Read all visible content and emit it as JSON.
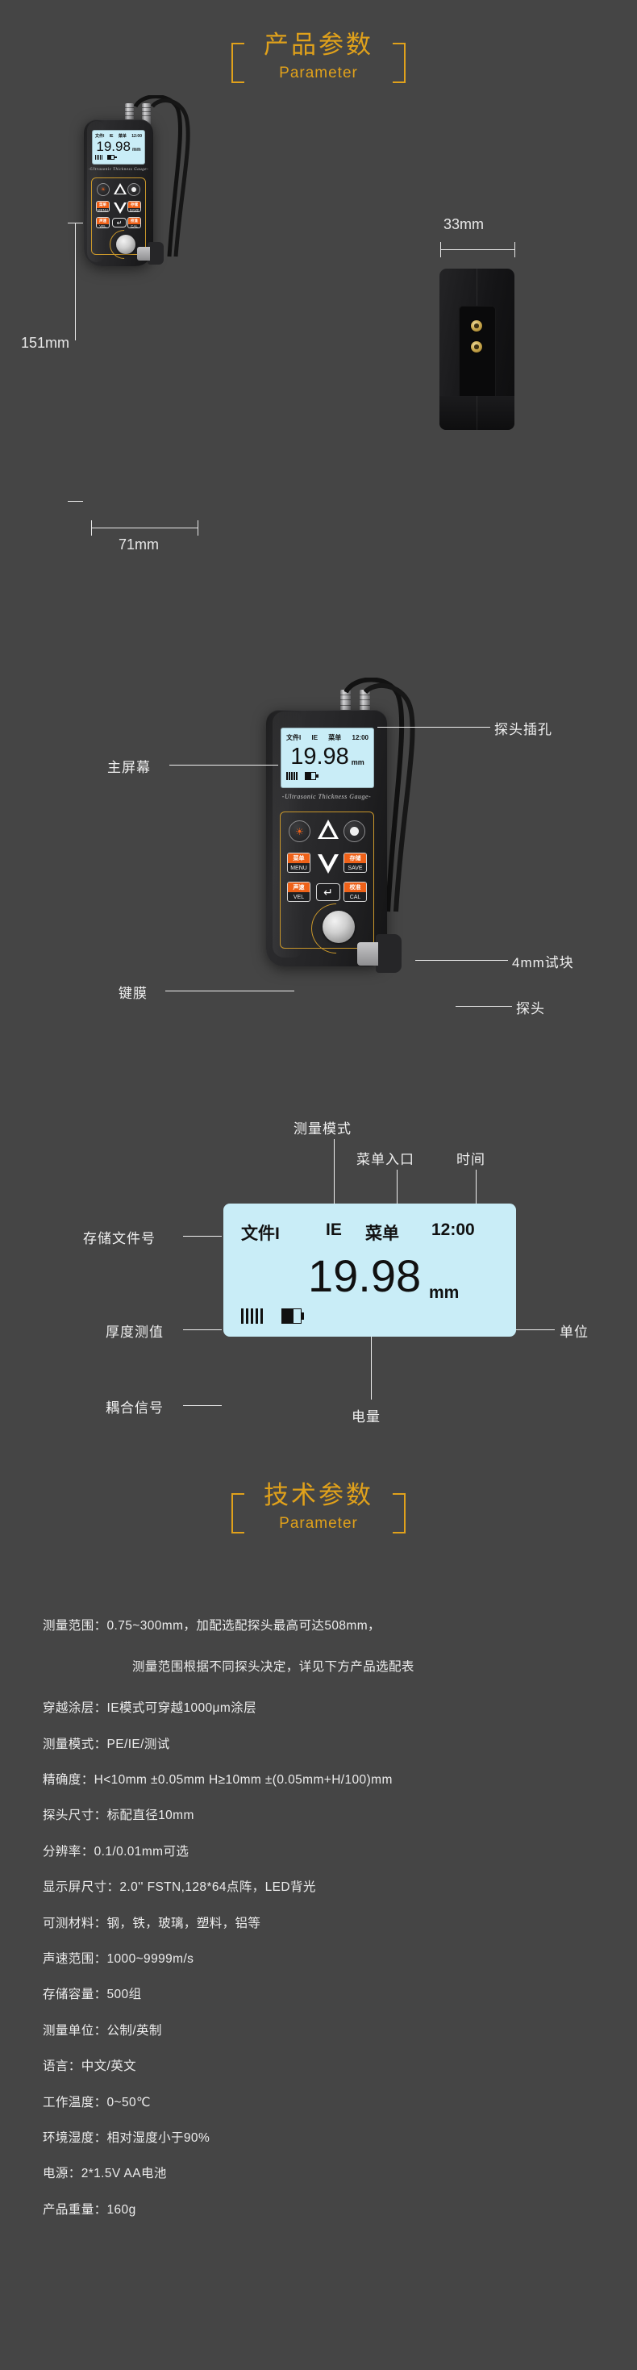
{
  "sections": {
    "product_params": {
      "cn": "产品参数",
      "en": "Parameter"
    },
    "tech_params": {
      "cn": "技术参数",
      "en": "Parameter"
    }
  },
  "device": {
    "brand_text": "-Ultrasonic Thickness Gauge-",
    "screen": {
      "file_label": "文件",
      "file_index": "I",
      "mode": "IE",
      "menu": "菜单",
      "time": "12:00",
      "value": "19.98",
      "unit": "mm"
    },
    "keys": [
      {
        "cn": "",
        "en": "",
        "name": "power-backlight-key"
      },
      {
        "cn": "",
        "en": "",
        "name": "up-arrow-key"
      },
      {
        "cn": "",
        "en": "",
        "name": "record-key"
      },
      {
        "cn": "菜单",
        "en": "MENU",
        "name": "menu-key"
      },
      {
        "cn": "",
        "en": "",
        "name": "down-arrow-key"
      },
      {
        "cn": "存储",
        "en": "SAVE",
        "name": "save-key"
      },
      {
        "cn": "声速",
        "en": "VEL",
        "name": "velocity-key"
      },
      {
        "cn": "",
        "en": "",
        "name": "enter-key"
      },
      {
        "cn": "校准",
        "en": "CAL",
        "name": "cal-key"
      }
    ]
  },
  "dimensions": {
    "height": "151mm",
    "width": "71mm",
    "depth": "33mm"
  },
  "part_callouts": {
    "probe_socket": "探头插孔",
    "main_screen": "主屏幕",
    "keypad": "键膜",
    "test_block": "4mm试块",
    "probe": "探头"
  },
  "screen_callouts": {
    "measure_mode": "测量模式",
    "menu_entry": "菜单入口",
    "time": "时间",
    "file_number": "存储文件号",
    "thickness_value": "厚度测值",
    "unit": "单位",
    "coupling_signal": "耦合信号",
    "battery": "电量"
  },
  "specs": [
    {
      "label": "测量范围：",
      "value": "0.75~300mm，加配选配探头最高可达508mm，"
    },
    {
      "label": "",
      "value": "测量范围根据不同探头决定，详见下方产品选配表",
      "indent": true
    },
    {
      "label": "穿越涂层：",
      "value": "IE模式可穿越1000μm涂层"
    },
    {
      "label": "测量模式：",
      "value": "PE/IE/测试"
    },
    {
      "label": "精确度：",
      "value": "H<10mm ±0.05mm    H≥10mm ±(0.05mm+H/100)mm"
    },
    {
      "label": "探头尺寸：",
      "value": "标配直径10mm"
    },
    {
      "label": "分辨率：",
      "value": "0.1/0.01mm可选"
    },
    {
      "label": "显示屏尺寸：",
      "value": "2.0'' FSTN,128*64点阵，LED背光"
    },
    {
      "label": "可测材料：",
      "value": "钢，铁，玻璃，塑料，铝等"
    },
    {
      "label": "声速范围：",
      "value": "1000~9999m/s"
    },
    {
      "label": "存储容量：",
      "value": "500组"
    },
    {
      "label": "测量单位：",
      "value": "公制/英制"
    },
    {
      "label": "语言：",
      "value": "中文/英文"
    },
    {
      "label": "工作温度：",
      "value": "0~50℃"
    },
    {
      "label": "环境湿度：",
      "value": "相对湿度小于90%"
    },
    {
      "label": "电源：",
      "value": "2*1.5V AA电池"
    },
    {
      "label": "产品重量：",
      "value": "160g"
    }
  ],
  "colors": {
    "background": "#454545",
    "accent": "#e0a11b",
    "lcd": "#c9edf7",
    "key_orange": "#ef6118",
    "text": "#ececec"
  }
}
